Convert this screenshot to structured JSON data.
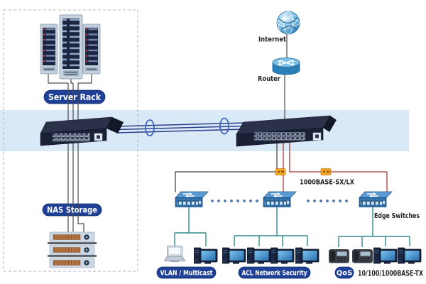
{
  "labels": {
    "server_rack": "Server Rack",
    "nas_storage": "NAS Storage",
    "internet": "Internet",
    "router": "Router",
    "fiber_link": "1000BASE-SX/LX",
    "edge_switches": "Edge Switches",
    "vlan_multicast": "VLAN / Multicast",
    "acl_security": "ACL Network Security",
    "qos": "QoS",
    "copper_link": "10/100/1000BASE-TX"
  },
  "colors": {
    "pill_bg": "#1e4096",
    "pill_text": "#ffffff",
    "highlight_band": "#d9e9f7",
    "fiber_trunk_blue": "#2c3f8a",
    "uplink_red": "#a03c32",
    "uplink_black": "#454545",
    "lan_teal": "#2e8c8c",
    "core_switch_navy": "#1a2136",
    "edge_switch_blue": "#2d6fae",
    "sfp_badge_orange": "#f5a623",
    "label_text": "#23232b"
  },
  "icons": [
    "server-rack-icon",
    "internet-globe-icon",
    "router-icon",
    "core-switch-icon",
    "fiber-ring-icon",
    "sfp-badge-icon",
    "edge-switch-icon",
    "nas-icon",
    "laptop-icon",
    "desktop-pc-icon",
    "ip-phone-icon"
  ],
  "groups": {
    "vlan": {
      "label": "VLAN / Multicast",
      "devices": [
        "laptop",
        "desktop-pc"
      ]
    },
    "acl": {
      "label": "ACL Network Security",
      "devices": [
        "desktop-pc",
        "desktop-pc",
        "desktop-pc",
        "desktop-pc"
      ]
    },
    "qos": {
      "label": "QoS",
      "link_type": "10/100/1000BASE-TX",
      "devices": [
        "ip-phone",
        "ip-phone",
        "desktop-pc",
        "desktop-pc"
      ]
    }
  }
}
